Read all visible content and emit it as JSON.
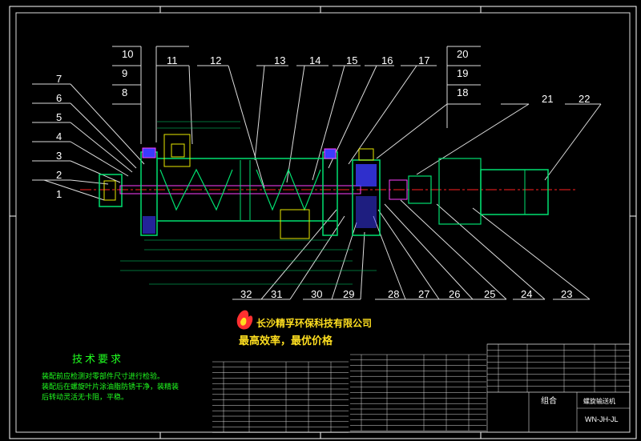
{
  "drawing": {
    "balloons_top": [
      "10",
      "9",
      "8",
      "11",
      "12",
      "13",
      "14",
      "15",
      "16",
      "17",
      "20",
      "19",
      "18",
      "21",
      "22"
    ],
    "balloons_left": [
      "7",
      "6",
      "5",
      "4",
      "3",
      "2",
      "1"
    ],
    "balloons_bottom": [
      "32",
      "31",
      "30",
      "29",
      "28",
      "27",
      "26",
      "25",
      "24",
      "23"
    ]
  },
  "company": {
    "name": "长沙精孚环保科技有限公司",
    "slogan": "最高效率，最优价格"
  },
  "tech_requirements": {
    "title": "技术要求",
    "lines": [
      "装配前应检测对零部件尺寸进行检验。",
      "装配后在螺旋叶片涂油脂防锈干净，装精装",
      "后转动灵活无卡阻，平稳。"
    ]
  },
  "title_block": {
    "assembly": "组合",
    "drawing_name": "螺旋输送机",
    "drawing_no": "WN-JH-JL"
  },
  "colors": {
    "background": "#000000",
    "frame": "#ffffff",
    "outline": "#00e070",
    "centerline": "#ff2020",
    "hatch": "#4040ff",
    "magenta": "#ff40ff",
    "yellow_parts": "#e8e800",
    "tech_text": "#20ff20",
    "company_text": "#ffdf20",
    "slogan_text": "#ffdf20"
  }
}
